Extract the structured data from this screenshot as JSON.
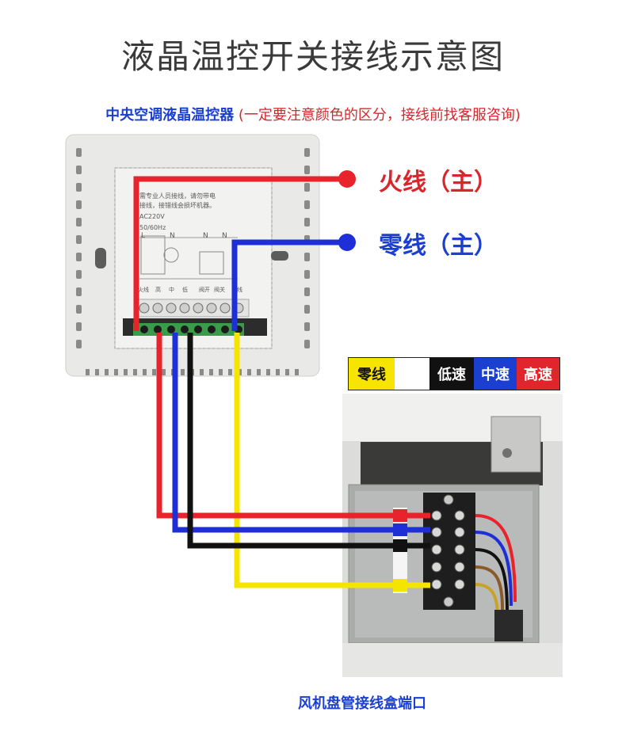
{
  "title": "液晶温控开关接线示意图",
  "subtitle": {
    "device": "中央空调液晶温控器",
    "note": "(一定要注意颜色的区分，接线前找客服咨询)"
  },
  "labels": {
    "fire_line": "火线（主）",
    "neutral_line": "零线（主）"
  },
  "thermostat": {
    "panel_text": [
      "需专业人员接线，请勿带电",
      "接线，接错线会损坏机器。",
      "AC220V",
      "50/60Hz"
    ],
    "terminal_letters": [
      "L",
      "N",
      "N",
      "N"
    ],
    "terminal_labels": [
      "火线",
      "高",
      "中",
      "低",
      "阀开",
      "阀关",
      "零线"
    ]
  },
  "legend": [
    {
      "label": "零线",
      "bg": "#f7e500",
      "fg": "#111111"
    },
    {
      "label": "",
      "bg": "#ffffff",
      "fg": "#111111"
    },
    {
      "label": "低速",
      "bg": "#111111",
      "fg": "#ffffff"
    },
    {
      "label": "中速",
      "bg": "#1a3fd1",
      "fg": "#ffffff"
    },
    {
      "label": "高速",
      "bg": "#e0262c",
      "fg": "#ffffff"
    }
  ],
  "fan_box_caption": "风机盘管接线盒端口",
  "colors": {
    "fire": "#e8232b",
    "neutral": "#1f2fd8",
    "low": "#111111",
    "yellow": "#f5e400",
    "title": "#3a3a3a"
  }
}
